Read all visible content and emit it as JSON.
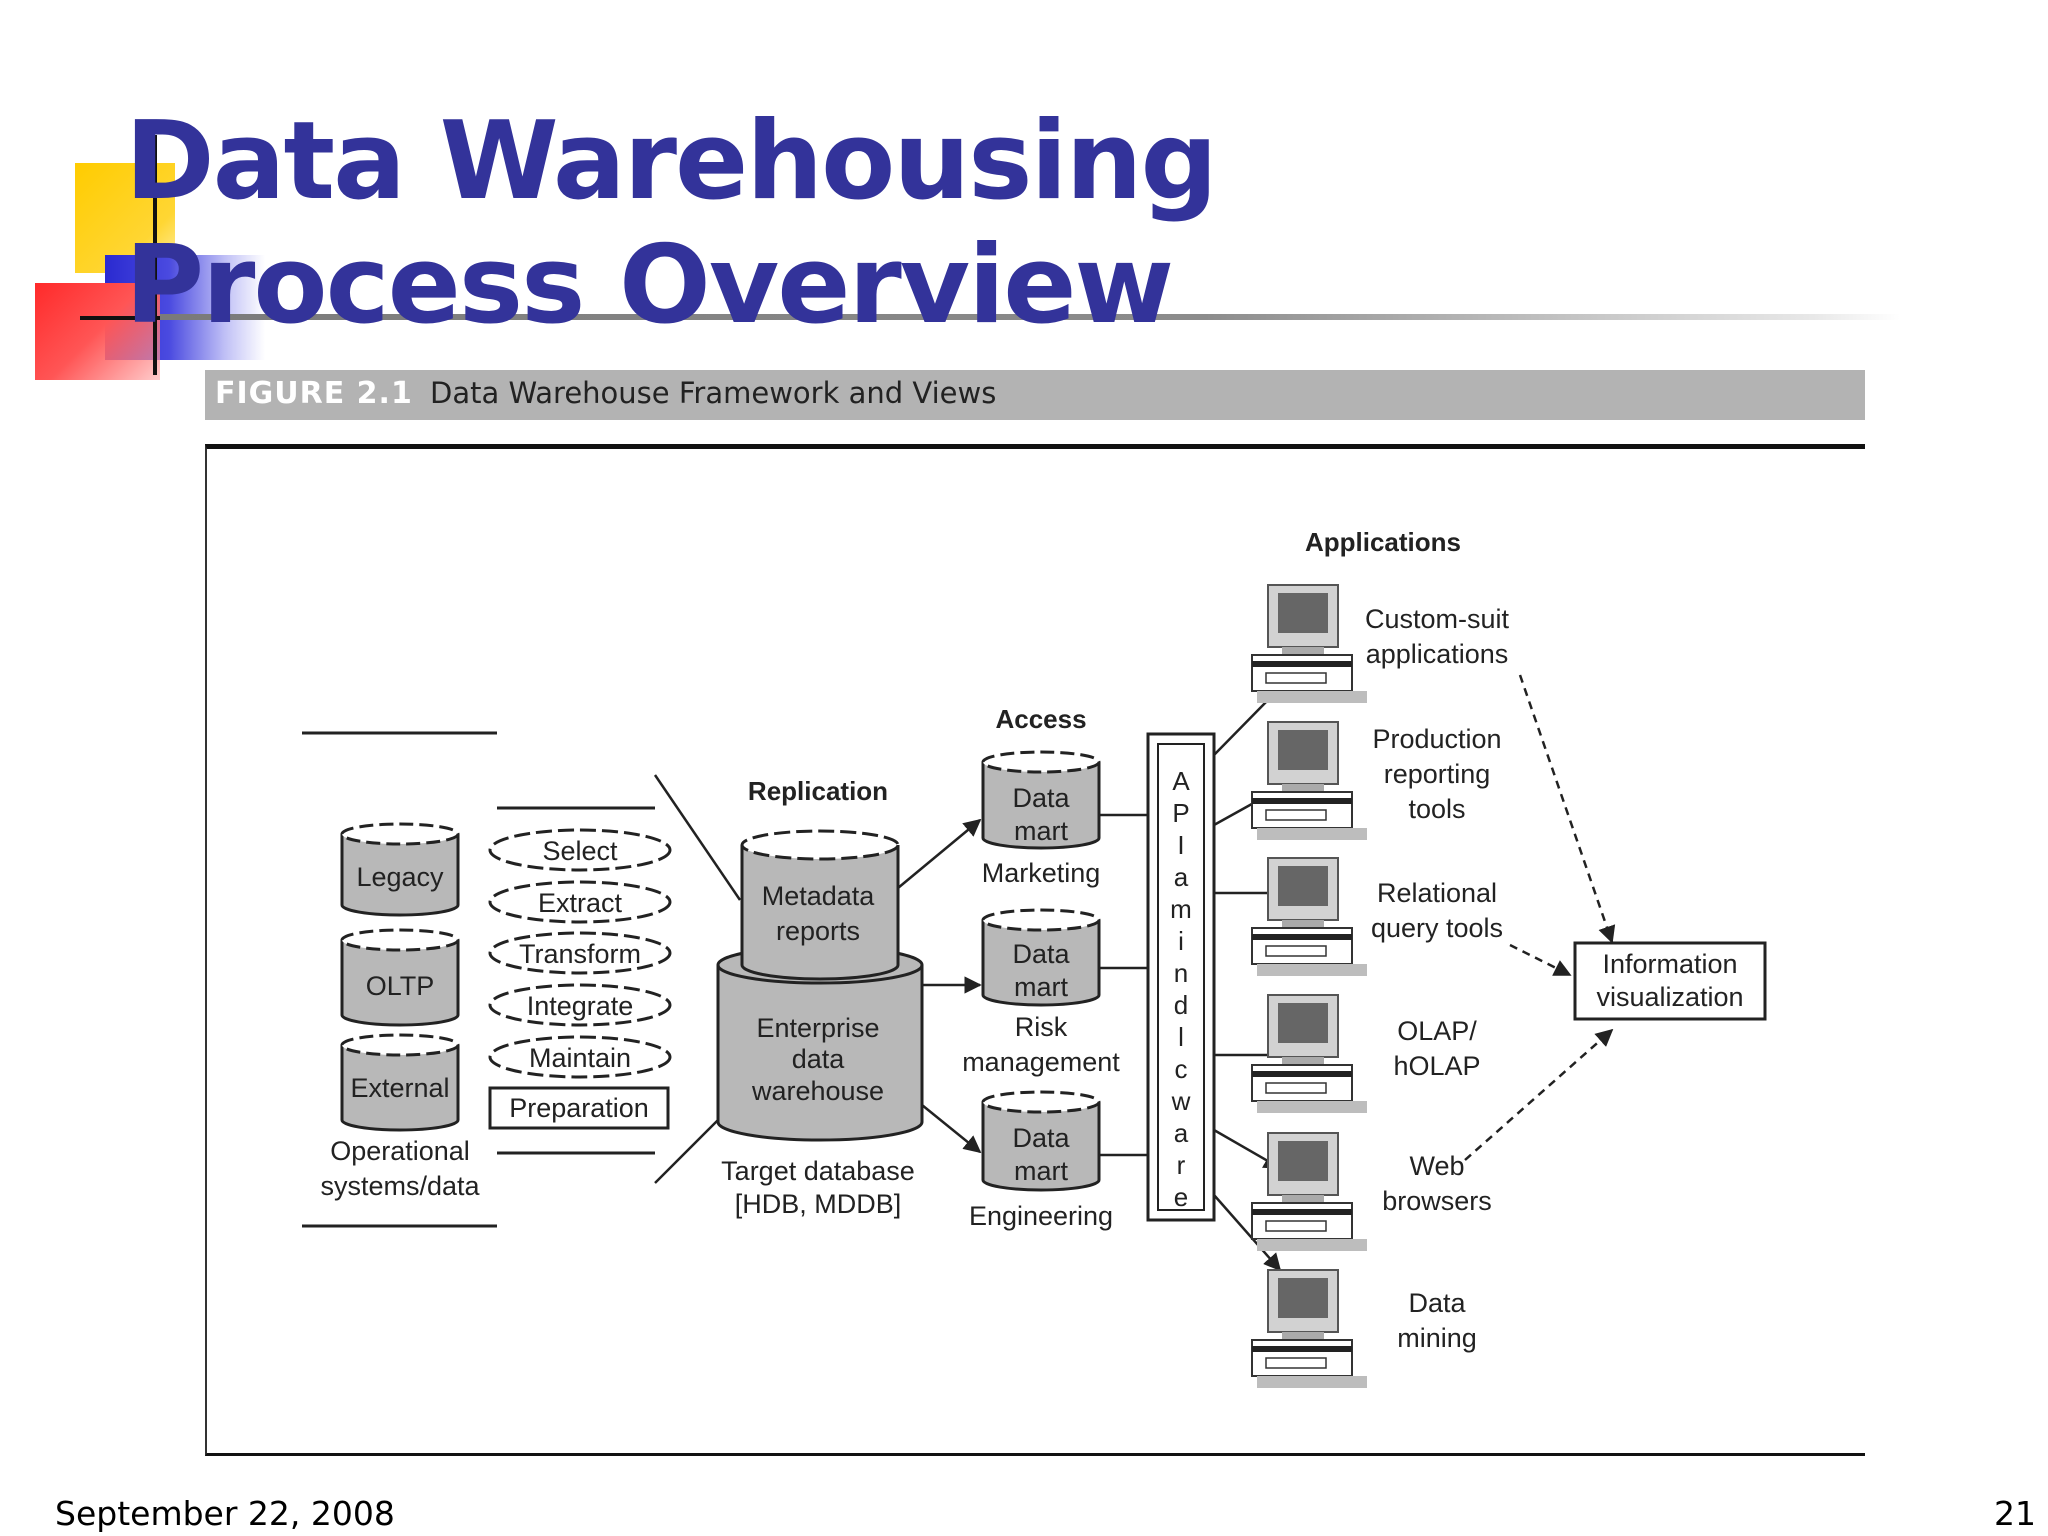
{
  "slide": {
    "title_line1": "Data Warehousing",
    "title_line2": "Process Overview",
    "date": "September 22, 2008",
    "page_number": "21"
  },
  "figure": {
    "number": "FIGURE 2.1",
    "caption": "Data Warehouse Framework and Views"
  },
  "diagram": {
    "sources": {
      "items": [
        "Legacy",
        "OLTP",
        "External"
      ],
      "caption_line1": "Operational",
      "caption_line2": "systems/data"
    },
    "preparation": {
      "steps": [
        "Select",
        "Extract",
        "Transform",
        "Integrate",
        "Maintain"
      ],
      "label": "Preparation"
    },
    "warehouse": {
      "replication_label": "Replication",
      "metadata_line1": "Metadata",
      "metadata_line2": "reports",
      "edw_line1": "Enterprise",
      "edw_line2": "data",
      "edw_line3": "warehouse",
      "target_line1": "Target database",
      "target_line2": "[HDB, MDDB]"
    },
    "access": {
      "header": "Access",
      "mart_line1": "Data",
      "mart_line2": "mart",
      "marts": [
        {
          "line1": "Marketing",
          "line2": ""
        },
        {
          "line1": "Risk",
          "line2": "management"
        },
        {
          "line1": "Engineering",
          "line2": ""
        }
      ]
    },
    "middleware": [
      "A",
      "P",
      "I",
      "a",
      "m",
      "i",
      "n",
      "d",
      "l",
      "c",
      "w",
      "a",
      "r",
      "e"
    ],
    "applications": {
      "header": "Applications",
      "items": [
        {
          "line1": "Custom-suit",
          "line2": "applications",
          "line3": ""
        },
        {
          "line1": "Production",
          "line2": "reporting",
          "line3": "tools"
        },
        {
          "line1": "Relational",
          "line2": "query tools",
          "line3": ""
        },
        {
          "line1": "OLAP/",
          "line2": "hOLAP",
          "line3": ""
        },
        {
          "line1": "Web",
          "line2": "browsers",
          "line3": ""
        },
        {
          "line1": "Data",
          "line2": "mining",
          "line3": ""
        }
      ]
    },
    "visualization": {
      "line1": "Information",
      "line2": "visualization"
    }
  },
  "colors": {
    "title": "#33339a",
    "deco_yellow": "#ffcc00",
    "deco_red": "#ff3333",
    "deco_blue": "#3333cc",
    "cylinder_fill": "#b8b8b8",
    "figure_bar": "#b3b3b3"
  }
}
